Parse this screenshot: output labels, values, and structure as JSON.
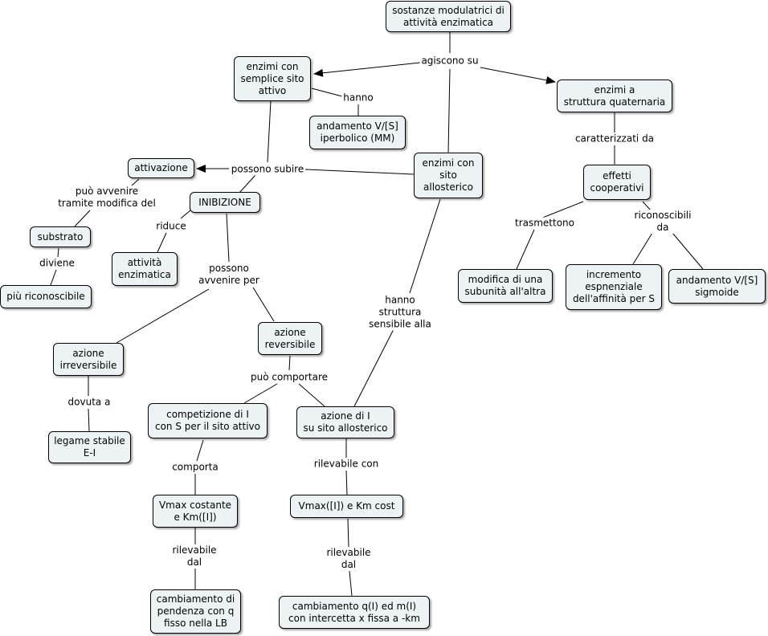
{
  "nodes": {
    "root": "sostanze modulatrici di\nattività enzimatica",
    "simple": "enzimi con\nsemplice sito\nattivo",
    "quaternary": "enzimi a\nstruttura quaternaria",
    "hyperbolic": "andamento V/[S]\niperbolico (MM)",
    "allosteric": "enzimi con\nsito\nallosterico",
    "cooperative": "effetti\ncooperativi",
    "activation": "attivazione",
    "inhibition": "INIBIZIONE",
    "substrate": "substrato",
    "recognizable": "più riconoscibile",
    "activity": "attività\nenzimatica",
    "modify": "modifica di una\nsubunità all'altra",
    "increment": "incremento\nespnenziale\ndell'affinità per S",
    "sigmoid": "andamento V/[S]\nsigmoide",
    "irreversible": "azione\nirreversibile",
    "reversible": "azione\nreversibile",
    "bond": "legame stabile\nE-I",
    "competition": "competizione di I\ncon S per il sito attivo",
    "allo_action": "azione di I\nsu sito allosterico",
    "vmax_const": "Vmax costante\ne Km([I])",
    "vmax_var": "Vmax([I]) e Km cost",
    "slope": "cambiamento di\npendenza con q\nfisso nella LB",
    "intercept": "cambiamento q(I) ed m(I)\ncon intercetta x  fissa a -km"
  },
  "links": {
    "act_on": "agiscono su",
    "have": "hanno",
    "characterized": "caratterizzati da",
    "can_undergo": "possono subire",
    "can_happen_mod": "può avvenire\ntramite modifica del",
    "transmit": "trasmettono",
    "recognizable_by": "riconoscibili\nda",
    "reduces": "riduce",
    "becomes": "diviene",
    "can_happen_for": "possono\navvenire per",
    "sensitive": "hanno\nstruttura\nsensibile alla",
    "due_to": "dovuta a",
    "can_behave": "può comportare",
    "implies": "comporta",
    "detectable_with": "rilevabile con",
    "detectable_from_1": "rilevabile\ndal",
    "detectable_from_2": "rilevabile\ndal"
  }
}
